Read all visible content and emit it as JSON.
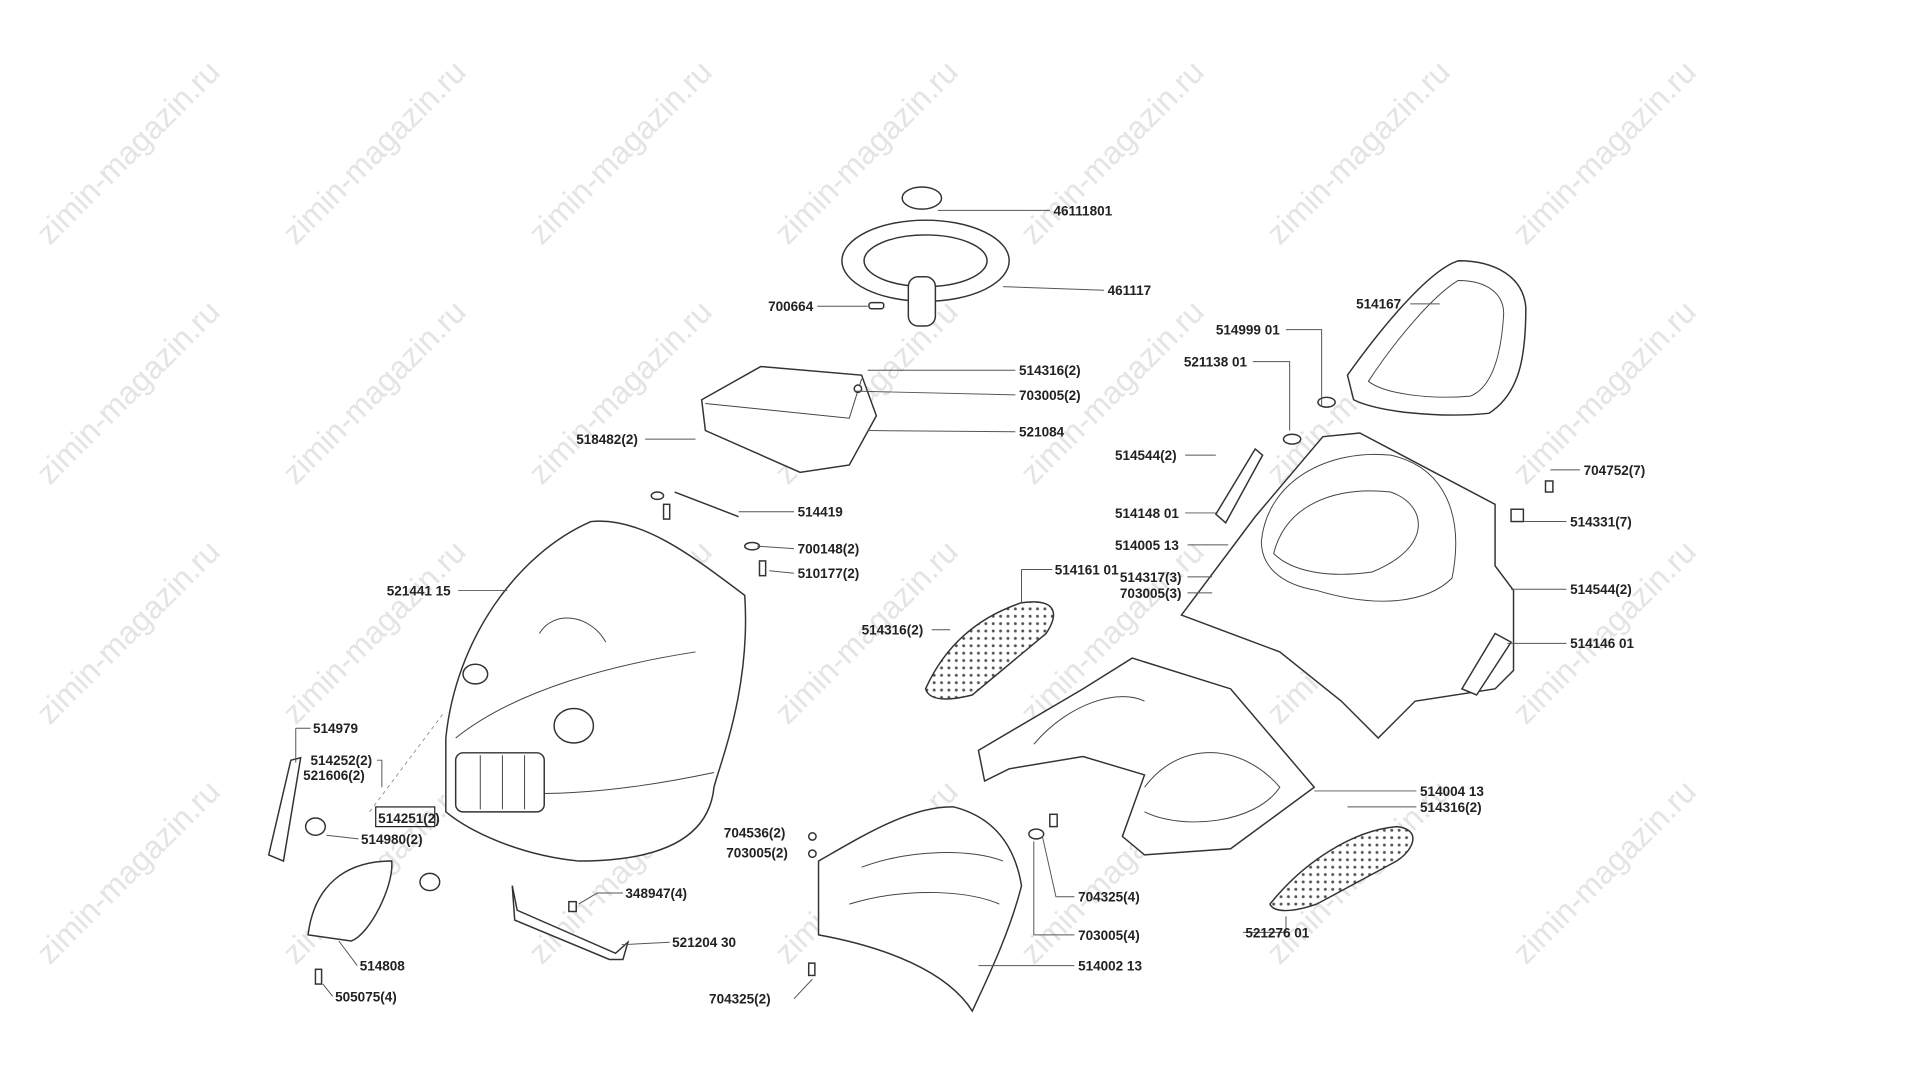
{
  "watermark": "zimin-magazin.ru",
  "labels": {
    "steering_cap": "46111801",
    "steering_wheel": "461117",
    "pin": "700664",
    "dash_screw": "514316(2)",
    "dash_washer": "703005(2)",
    "dash_panel": "521084",
    "dash_side_screw": "518482(2)",
    "rod": "514419",
    "hood_washer": "700148(2)",
    "hood_bolt": "510177(2)",
    "hood": "521441 15",
    "side_lens": "514979",
    "clip_a": "514252(2)",
    "clip_b": "521606(2)",
    "bulb": "514251(2)",
    "socket": "514980(2)",
    "grille_cover": "514808",
    "cover_screw": "505075(4)",
    "bracket_screw": "348947(4)",
    "bracket": "521204 30",
    "nut_front": "704536(2)",
    "washer_front": "703005(2)",
    "screw_front": "704325(2)",
    "screw_mid": "704325(4)",
    "washer_mid": "703005(4)",
    "front_panel": "514002 13",
    "footplate_screw_left": "514316(2)",
    "footplate_left": "514161 01",
    "plug_a": "514999 01",
    "plug_b": "521138 01",
    "seat": "514167",
    "handle_screw_left": "514544(2)",
    "handle_left": "514148 01",
    "fender": "514005 13",
    "fender_screw": "514317(3)",
    "fender_washer": "703005(3)",
    "rear_screw": "704752(7)",
    "rear_clip": "514331(7)",
    "handle_screw_right": "514544(2)",
    "handle_right": "514146 01",
    "floor_panel": "514004 13",
    "footplate_screw_right": "514316(2)",
    "footplate_right": "521276 01"
  }
}
